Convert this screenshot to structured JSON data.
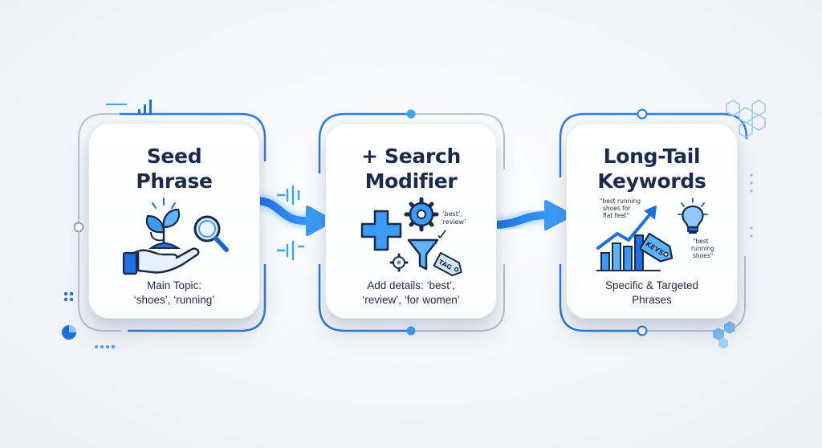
{
  "steps": [
    {
      "title_line1": "Seed",
      "title_line2": "Phrase",
      "desc_line1": "Main Topic:",
      "desc_line2": "‘shoes’, ‘running’",
      "icon": "hand-sprout-magnifier-icon"
    },
    {
      "title_line1": "+ Search",
      "title_line2": "Modifier",
      "desc_line1": "Add details: ‘best’,",
      "desc_line2": "‘review’, ‘for women’",
      "icon": "plus-gear-funnel-tag-icon",
      "icon_labels": {
        "note_line1": "‘best’,",
        "note_line2": "‘review’",
        "tag": "TAG"
      }
    },
    {
      "title_line1": "Long-Tail",
      "title_line2": "Keywords",
      "desc_line1": "Specific & Targeted",
      "desc_line2": "Phrases",
      "icon": "chart-keys-lightbulb-icon",
      "icon_labels": {
        "quote1_line1": "\"best running",
        "quote1_line2": "shoes for",
        "quote1_line3": "flat feet\"",
        "quote2_line1": "\"best",
        "quote2_line2": "running",
        "quote2_line3": "shoes\"",
        "tag": "KEYS"
      }
    }
  ],
  "colors": {
    "primary_blue": "#1e6fe0",
    "light_blue": "#4aa3f5",
    "navy": "#1a2a4a",
    "glow": "#8ec9ff"
  }
}
